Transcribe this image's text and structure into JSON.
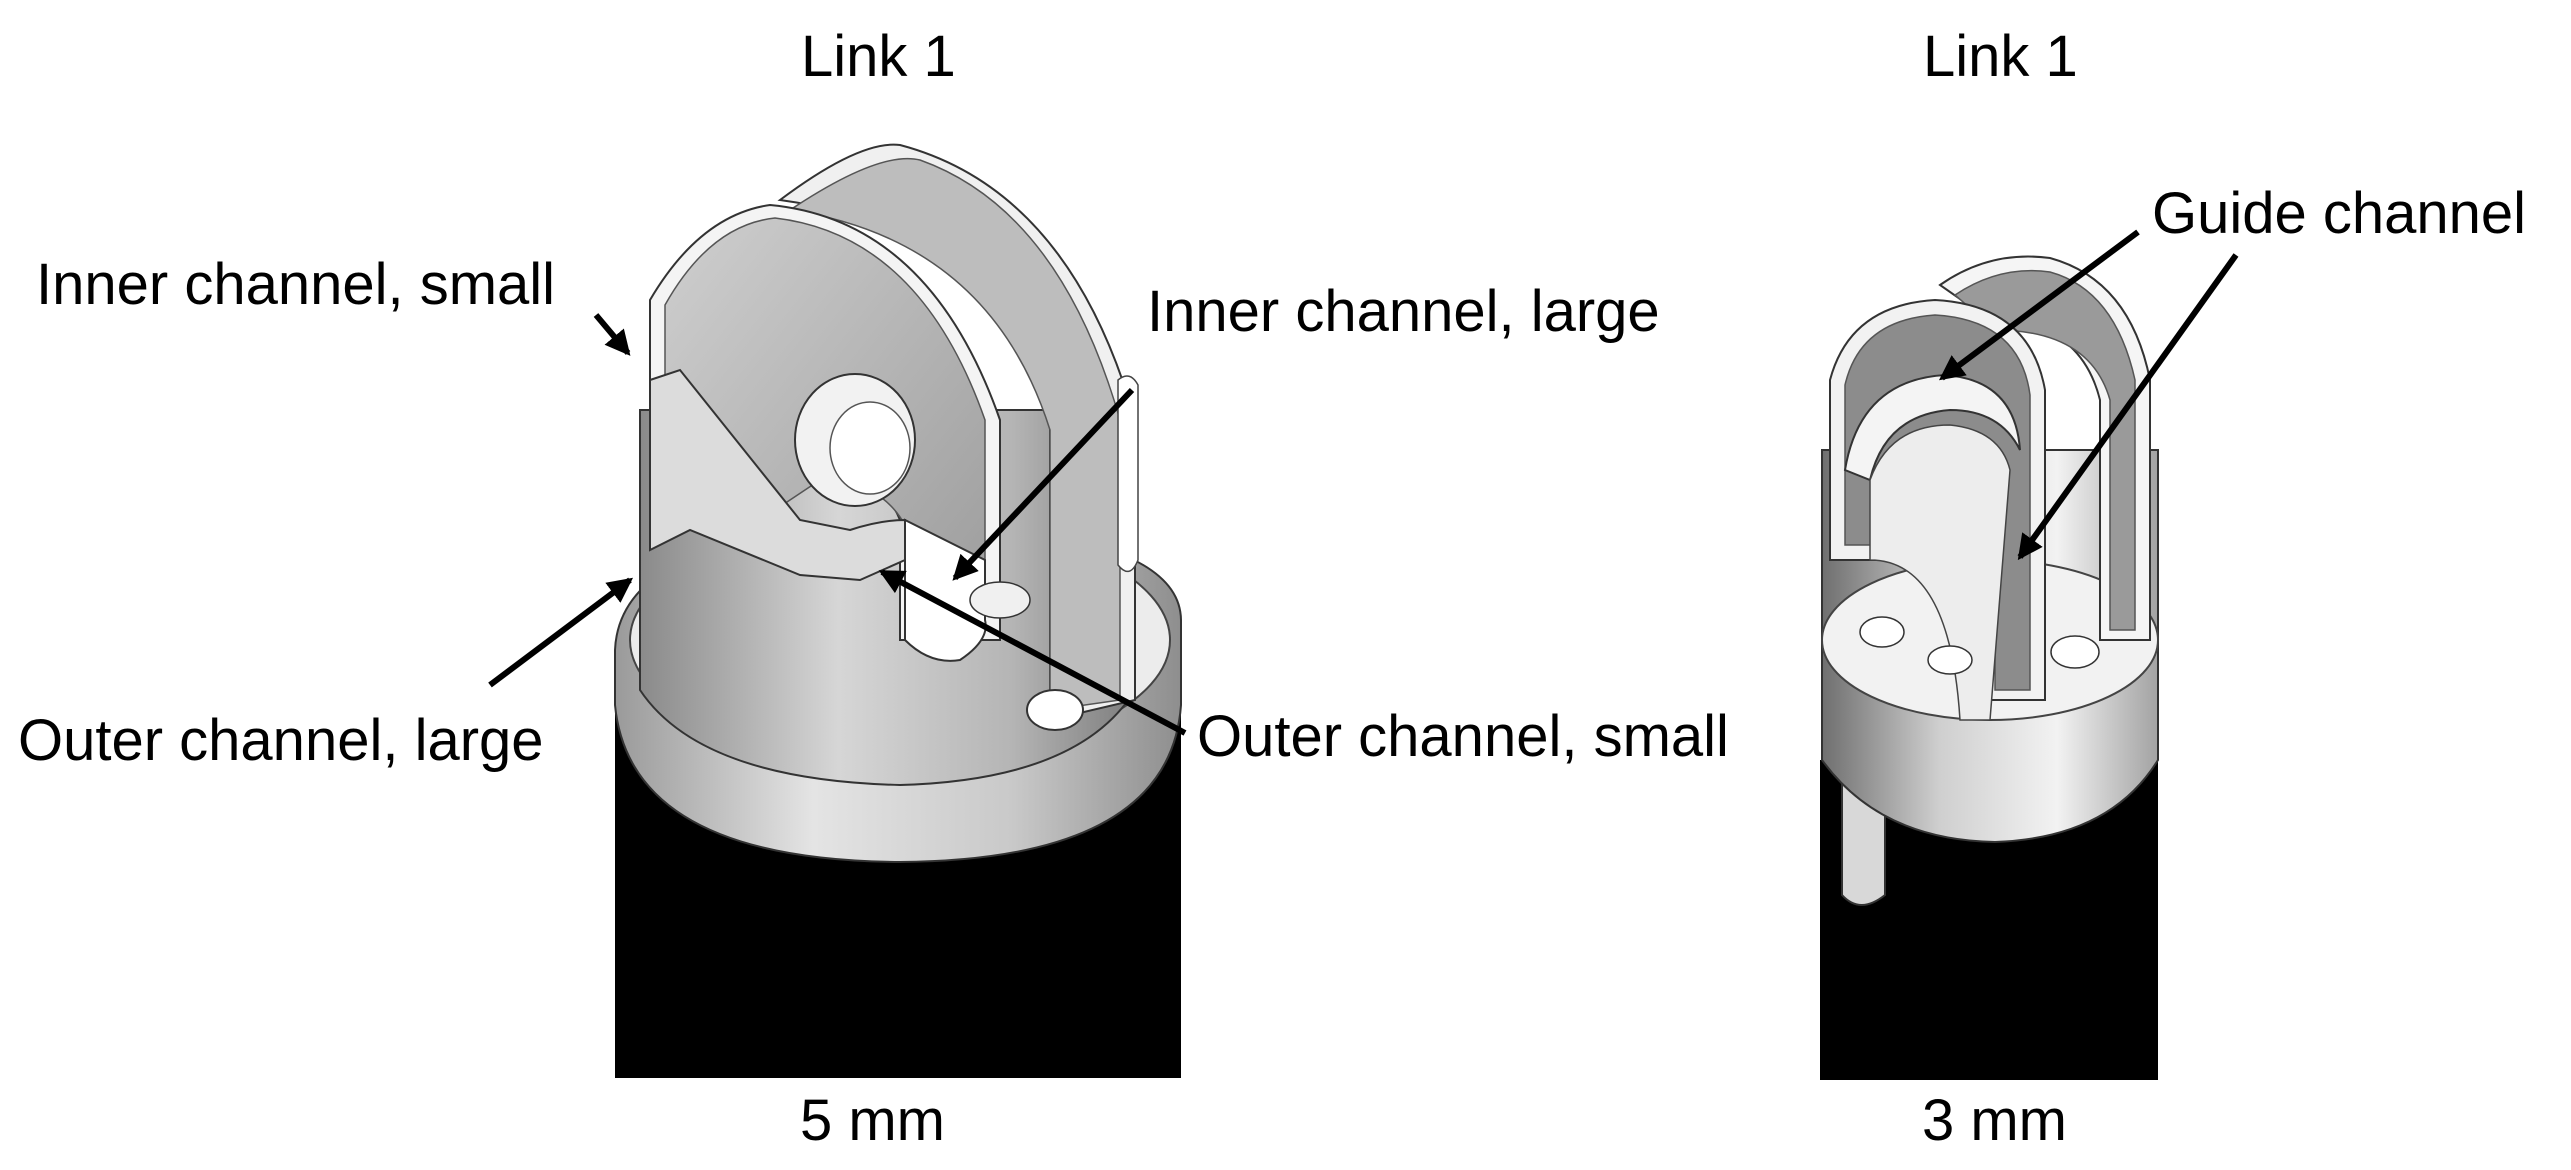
{
  "left_part": {
    "title": "Link 1",
    "size": "5 mm",
    "callouts": {
      "inner_small": "Inner channel, small",
      "inner_large": "Inner channel, large",
      "outer_large": "Outer channel, large",
      "outer_small": "Outer channel, small"
    }
  },
  "right_part": {
    "title": "Link 1",
    "size": "3 mm",
    "callouts": {
      "guide": "Guide channel"
    }
  },
  "colors": {
    "body_light": "#e6e6e6",
    "body_mid": "#b9b9b9",
    "body_dark": "#8f8f8f",
    "shaft": "#000000",
    "arrow": "#000000"
  }
}
